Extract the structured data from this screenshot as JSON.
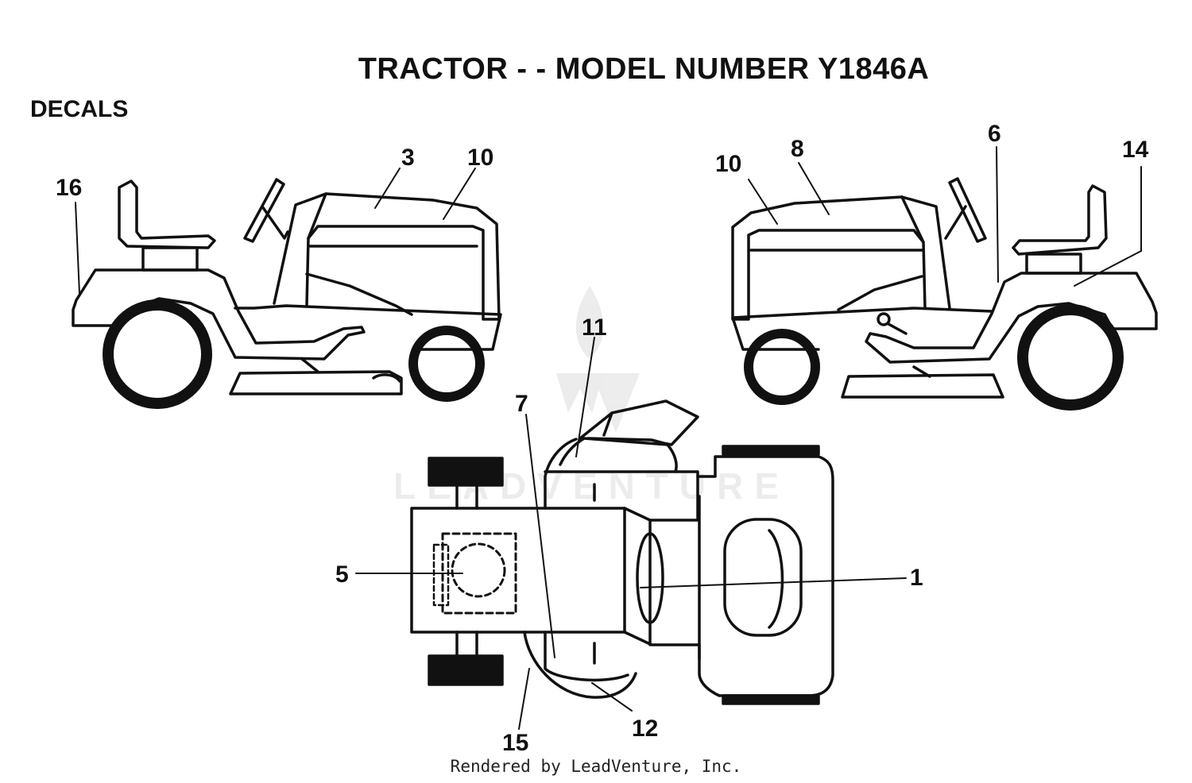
{
  "title": "TRACTOR - - MODEL NUMBER Y1846A",
  "section": "DECALS",
  "watermark": "LEADVENTURE",
  "footer": "Rendered by LeadVenture, Inc.",
  "colors": {
    "ink": "#111111",
    "watermark": "#000000"
  },
  "callouts": {
    "c1": "1",
    "c3": "3",
    "c5": "5",
    "c6": "6",
    "c7": "7",
    "c8": "8",
    "c10_left": "10",
    "c10_right": "10",
    "c11": "11",
    "c12": "12",
    "c14": "14",
    "c15": "15",
    "c16": "16"
  },
  "icons": [
    "tractor-left-view",
    "tractor-right-view",
    "tractor-top-view",
    "leadventure-logo-watermark"
  ]
}
